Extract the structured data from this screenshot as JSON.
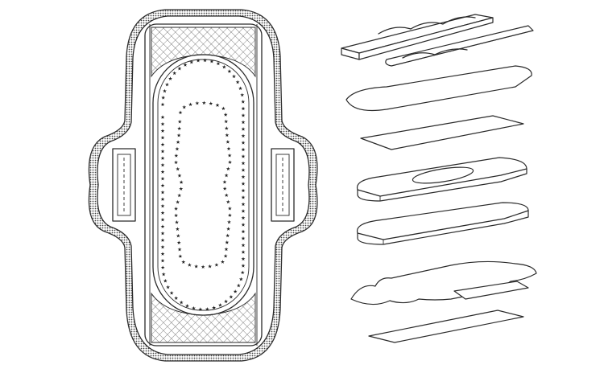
{
  "diagram": {
    "description_free": true,
    "colors": {
      "ink": "#2a2a2a",
      "background": "#ffffff"
    },
    "views": [
      {
        "id": "top-view",
        "kind": "assembled-pad"
      },
      {
        "id": "exploded-view",
        "kind": "layer-stack",
        "layer_count": 8
      }
    ]
  }
}
